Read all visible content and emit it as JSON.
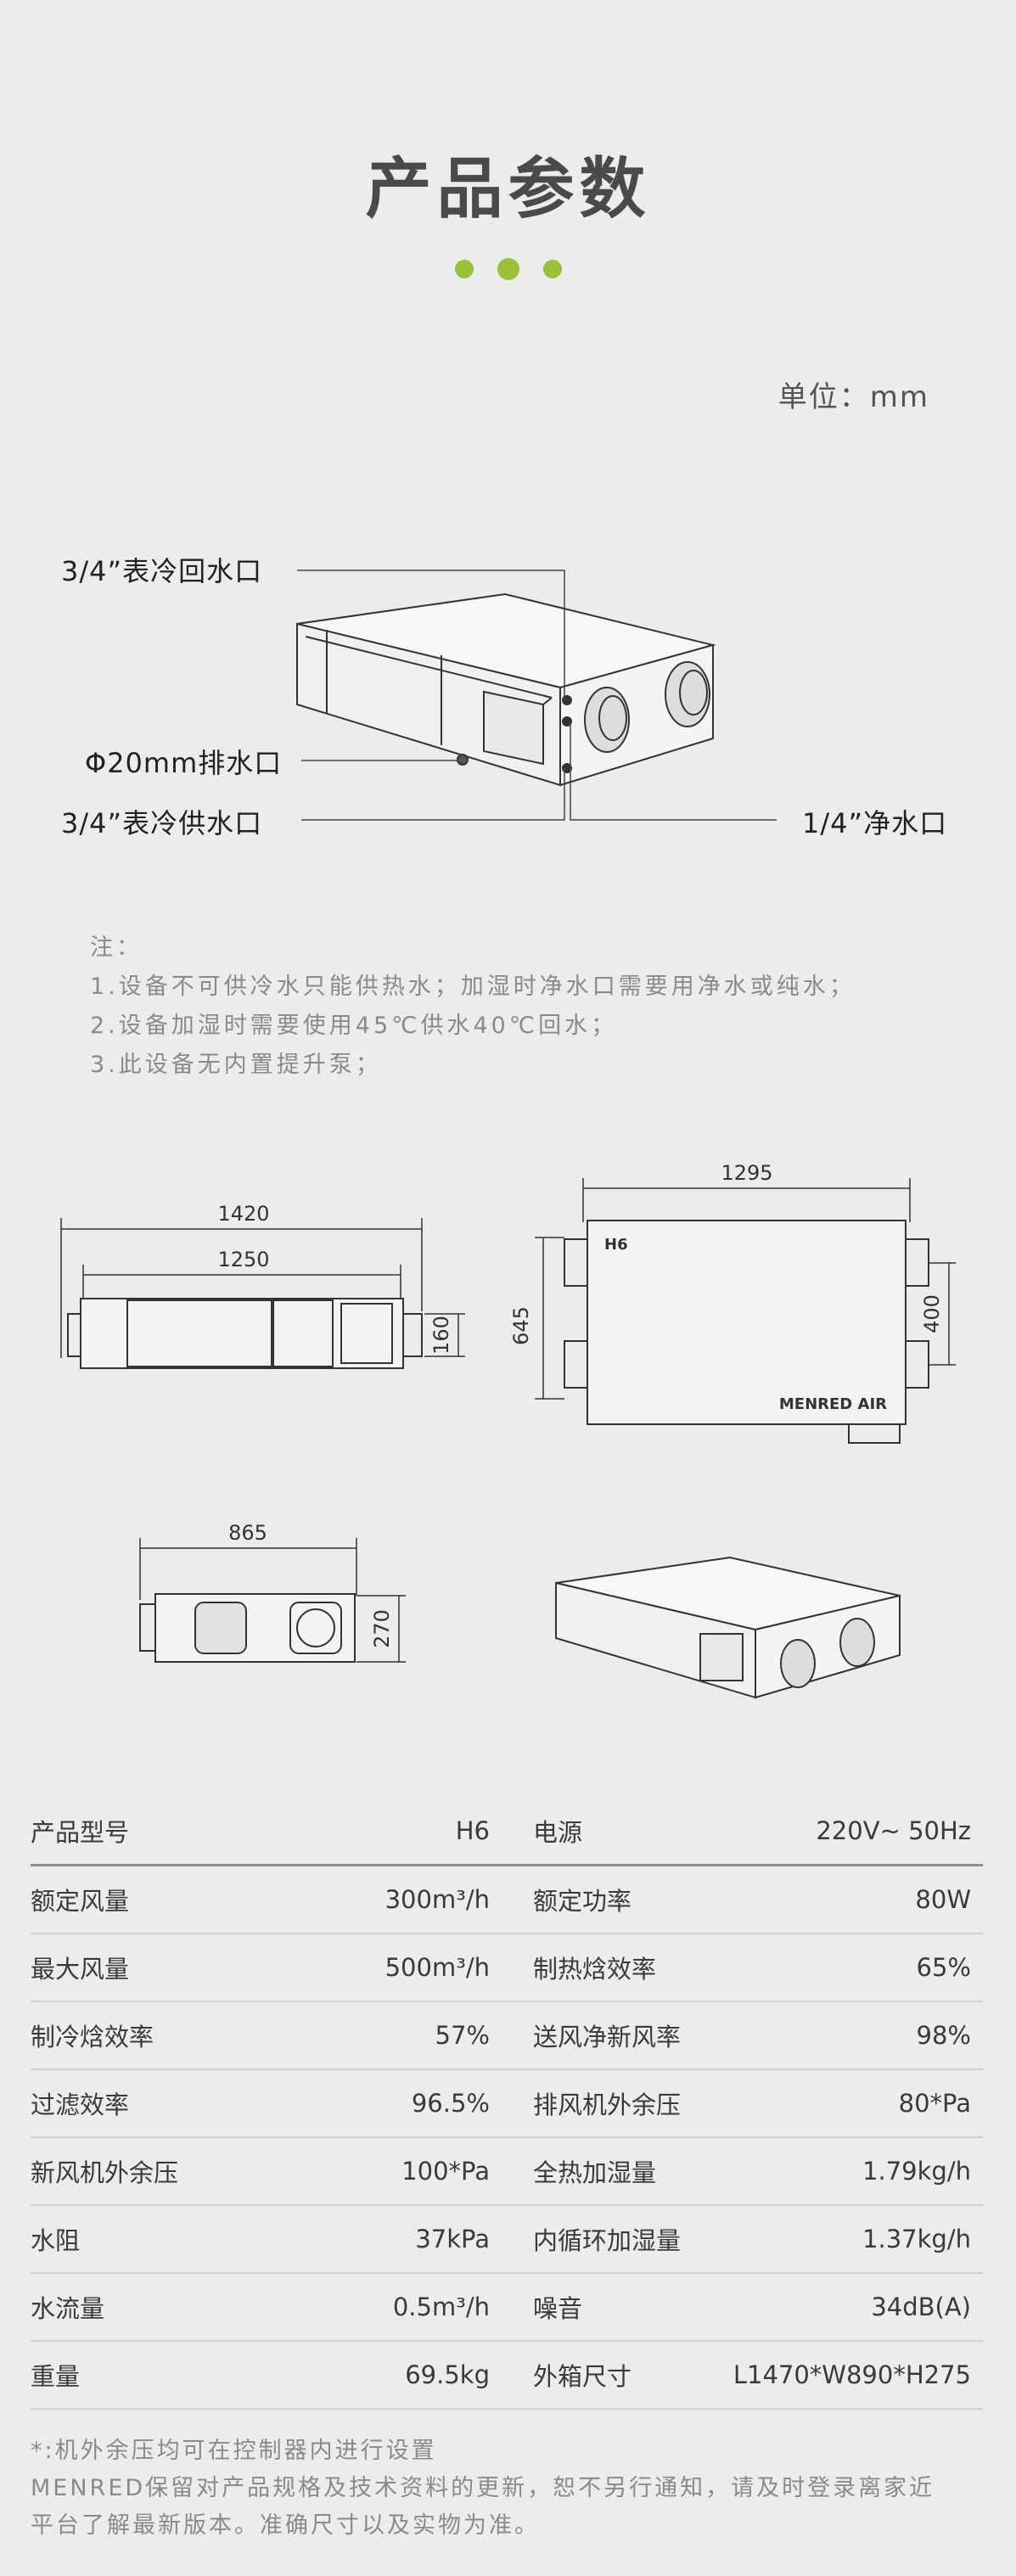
{
  "page": {
    "title": "产品参数",
    "unit_label": "单位：mm"
  },
  "callouts": {
    "return_port": "3/4”表冷回水口",
    "drain_port": "Φ20mm排水口",
    "supply_port": "3/4”表冷供水口",
    "clean_water_port": "1/4”净水口"
  },
  "notes": {
    "heading": "注：",
    "items": [
      "1.设备不可供冷水只能供热水；加湿时净水口需要用净水或纯水；",
      "2.设备加湿时需要使用45℃供水40℃回水；",
      "3.此设备无内置提升泵；"
    ]
  },
  "drawings": {
    "front_overall": "1420",
    "front_inner": "1250",
    "front_port": "160",
    "top_width": "1295",
    "top_depth": "645",
    "top_port_spacing": "400",
    "top_model": "H6",
    "top_brand": "MENRED AIR",
    "side_width": "865",
    "side_height": "270"
  },
  "specs": {
    "header": {
      "l_label": "产品型号",
      "l_value": "H6",
      "r_label": "电源",
      "r_value": "220V~ 50Hz"
    },
    "rows": [
      {
        "l_label": "额定风量",
        "l_value": "300m³/h",
        "r_label": "额定功率",
        "r_value": "80W"
      },
      {
        "l_label": "最大风量",
        "l_value": "500m³/h",
        "r_label": "制热焓效率",
        "r_value": "65%"
      },
      {
        "l_label": "制冷焓效率",
        "l_value": "57%",
        "r_label": "送风净新风率",
        "r_value": "98%"
      },
      {
        "l_label": "过滤效率",
        "l_value": "96.5%",
        "r_label": "排风机外余压",
        "r_value": "80*Pa"
      },
      {
        "l_label": "新风机外余压",
        "l_value": "100*Pa",
        "r_label": "全热加湿量",
        "r_value": "1.79kg/h"
      },
      {
        "l_label": "水阻",
        "l_value": "37kPa",
        "r_label": "内循环加湿量",
        "r_value": "1.37kg/h"
      },
      {
        "l_label": "水流量",
        "l_value": "0.5m³/h",
        "r_label": "噪音",
        "r_value": "34dB(A)"
      },
      {
        "l_label": "重量",
        "l_value": "69.5kg",
        "r_label": "外箱尺寸",
        "r_value": "L1470*W890*H275"
      }
    ]
  },
  "footer": {
    "line1": "*:机外余压均可在控制器内进行设置",
    "line2": "MENRED保留对产品规格及技术资料的更新，恕不另行通知，请及时登录离家近",
    "line3": "平台了解最新版本。准确尺寸以及实物为准。"
  }
}
